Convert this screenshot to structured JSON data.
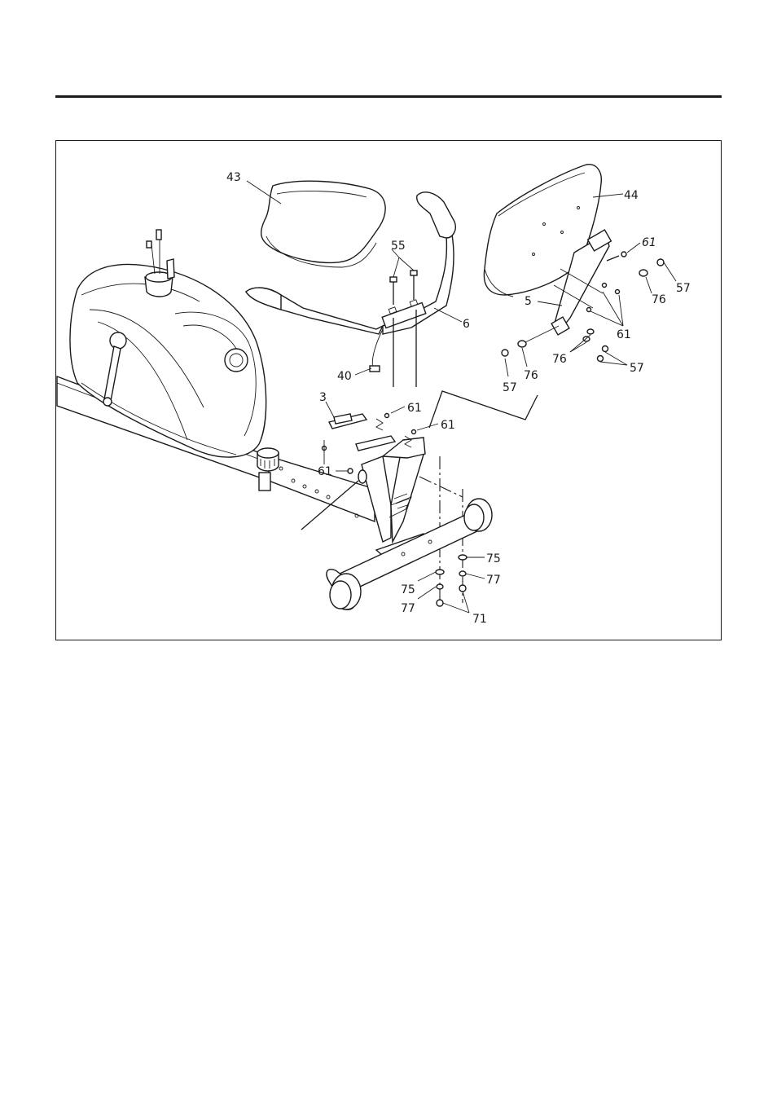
{
  "diagram": {
    "labels": [
      {
        "id": "43",
        "text": "43"
      },
      {
        "id": "44",
        "text": "44"
      },
      {
        "id": "55",
        "text": "55"
      },
      {
        "id": "6",
        "text": "6"
      },
      {
        "id": "40",
        "text": "40"
      },
      {
        "id": "61a",
        "text": "61"
      },
      {
        "id": "57a",
        "text": "57"
      },
      {
        "id": "76a",
        "text": "76"
      },
      {
        "id": "5",
        "text": "5"
      },
      {
        "id": "61b",
        "text": "61"
      },
      {
        "id": "76b",
        "text": "76"
      },
      {
        "id": "57b",
        "text": "57"
      },
      {
        "id": "57c",
        "text": "57"
      },
      {
        "id": "76c",
        "text": "76"
      },
      {
        "id": "3",
        "text": "3"
      },
      {
        "id": "61c",
        "text": "61"
      },
      {
        "id": "61d",
        "text": "61"
      },
      {
        "id": "61e",
        "text": "61"
      },
      {
        "id": "75a",
        "text": "75"
      },
      {
        "id": "77a",
        "text": "77"
      },
      {
        "id": "75b",
        "text": "75"
      },
      {
        "id": "77b",
        "text": "77"
      },
      {
        "id": "71",
        "text": "71"
      }
    ]
  }
}
